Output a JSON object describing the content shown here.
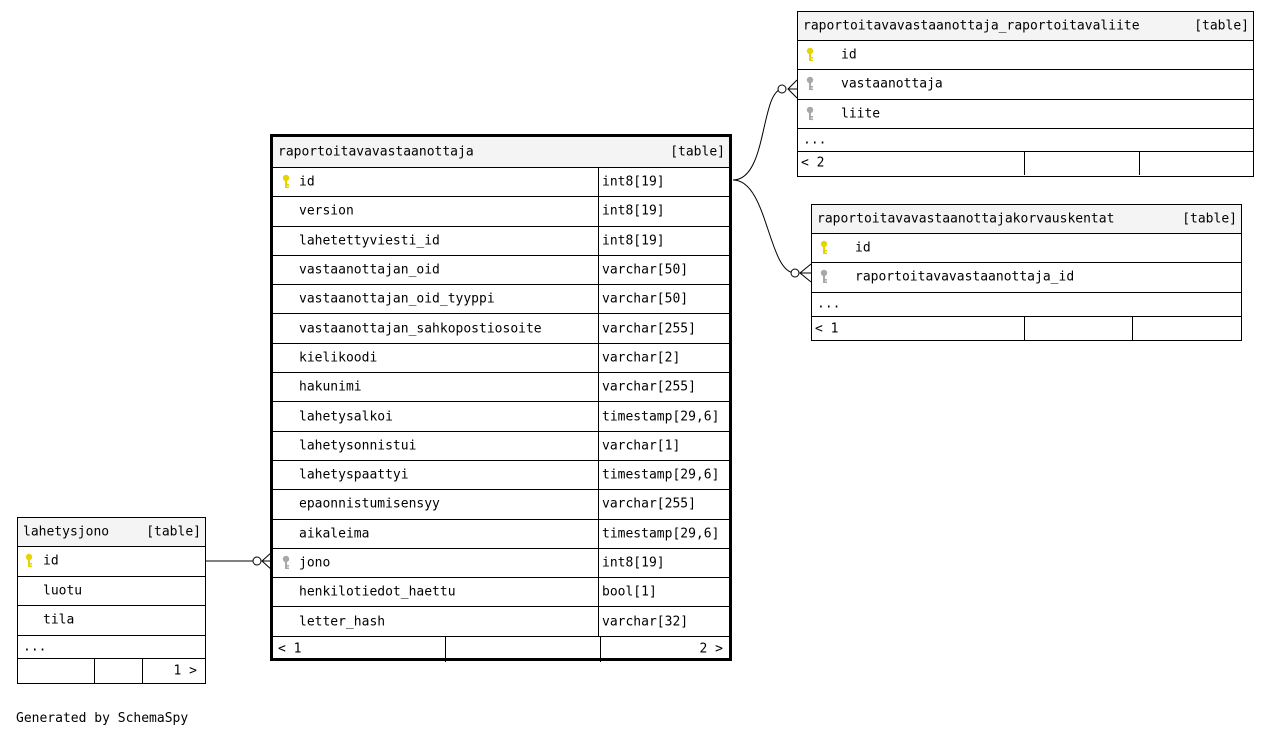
{
  "colors": {
    "pk_key": "#e6d400",
    "fk_key": "#a8a8a8",
    "header_bg": "#f4f4f4"
  },
  "main_table": {
    "name": "raportoitavavastaanottaja",
    "kind": "[table]",
    "columns": [
      {
        "name": "id",
        "type": "int8[19]",
        "key": "pk"
      },
      {
        "name": "version",
        "type": "int8[19]",
        "key": ""
      },
      {
        "name": "lahetettyviesti_id",
        "type": "int8[19]",
        "key": ""
      },
      {
        "name": "vastaanottajan_oid",
        "type": "varchar[50]",
        "key": ""
      },
      {
        "name": "vastaanottajan_oid_tyyppi",
        "type": "varchar[50]",
        "key": ""
      },
      {
        "name": "vastaanottajan_sahkopostiosoite",
        "type": "varchar[255]",
        "key": ""
      },
      {
        "name": "kielikoodi",
        "type": "varchar[2]",
        "key": ""
      },
      {
        "name": "hakunimi",
        "type": "varchar[255]",
        "key": ""
      },
      {
        "name": "lahetysalkoi",
        "type": "timestamp[29,6]",
        "key": ""
      },
      {
        "name": "lahetysonnistui",
        "type": "varchar[1]",
        "key": ""
      },
      {
        "name": "lahetyspaattyi",
        "type": "timestamp[29,6]",
        "key": ""
      },
      {
        "name": "epaonnistumisensyy",
        "type": "varchar[255]",
        "key": ""
      },
      {
        "name": "aikaleima",
        "type": "timestamp[29,6]",
        "key": ""
      },
      {
        "name": "jono",
        "type": "int8[19]",
        "key": "fk"
      },
      {
        "name": "henkilotiedot_haettu",
        "type": "bool[1]",
        "key": ""
      },
      {
        "name": "letter_hash",
        "type": "varchar[32]",
        "key": ""
      }
    ],
    "parents_label": "< 1",
    "children_label": "2 >"
  },
  "liite_table": {
    "name": "raportoitavavastaanottaja_raportoitavaliite",
    "kind": "[table]",
    "columns": [
      {
        "name": "id",
        "key": "pk"
      },
      {
        "name": "vastaanottaja",
        "key": "fk"
      },
      {
        "name": "liite",
        "key": "fk"
      }
    ],
    "more": "...",
    "parents_label": "< 2"
  },
  "korvaus_table": {
    "name": "raportoitavavastaanottajakorvauskentat",
    "kind": "[table]",
    "columns": [
      {
        "name": "id",
        "key": "pk"
      },
      {
        "name": "raportoitavavastaanottaja_id",
        "key": "fk"
      }
    ],
    "more": "...",
    "parents_label": "< 1"
  },
  "jono_table": {
    "name": "lahetysjono",
    "kind": "[table]",
    "columns": [
      {
        "name": "id",
        "key": "pk"
      },
      {
        "name": "luotu",
        "key": ""
      },
      {
        "name": "tila",
        "key": ""
      }
    ],
    "more": "...",
    "children_label": "1 >"
  },
  "footer": {
    "generated": "Generated by SchemaSpy"
  }
}
